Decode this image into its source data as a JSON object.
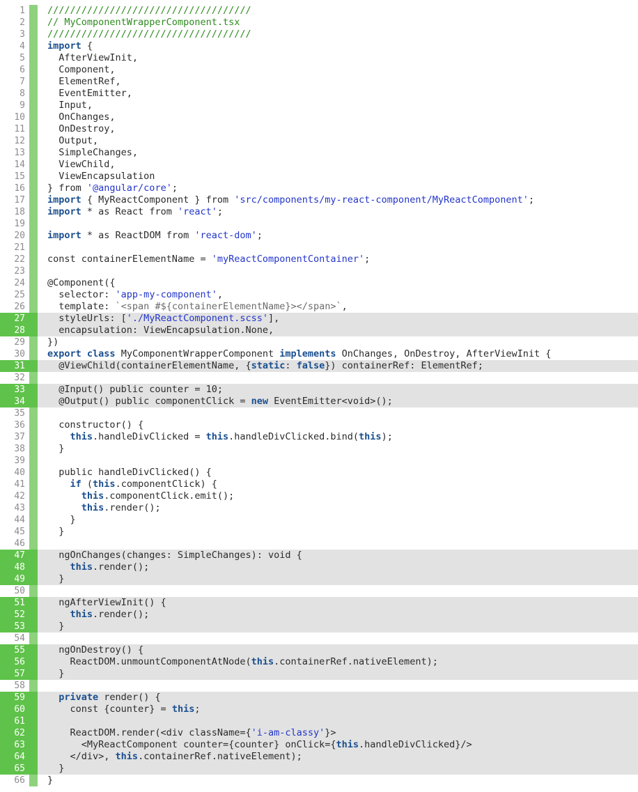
{
  "colors": {
    "accent_green": "#5fc24a",
    "gutter_bar_green": "#8ed27d",
    "highlight_bg": "#e2e2e2",
    "keyword": "#1a4f8f",
    "string": "#2335c9",
    "comment": "#2e8b1f"
  },
  "lines": [
    {
      "n": "1",
      "hl": false,
      "tokens": [
        {
          "t": "////////////////////////////////////",
          "c": "cm"
        }
      ]
    },
    {
      "n": "2",
      "hl": false,
      "tokens": [
        {
          "t": "// MyComponentWrapperComponent.tsx",
          "c": "cm"
        }
      ]
    },
    {
      "n": "3",
      "hl": false,
      "tokens": [
        {
          "t": "////////////////////////////////////",
          "c": "cm"
        }
      ]
    },
    {
      "n": "4",
      "hl": false,
      "tokens": [
        {
          "t": "import",
          "c": "kw"
        },
        {
          "t": " {",
          "c": "plain"
        }
      ]
    },
    {
      "n": "5",
      "hl": false,
      "tokens": [
        {
          "t": "  AfterViewInit,",
          "c": "plain"
        }
      ]
    },
    {
      "n": "6",
      "hl": false,
      "tokens": [
        {
          "t": "  Component,",
          "c": "plain"
        }
      ]
    },
    {
      "n": "7",
      "hl": false,
      "tokens": [
        {
          "t": "  ElementRef,",
          "c": "plain"
        }
      ]
    },
    {
      "n": "8",
      "hl": false,
      "tokens": [
        {
          "t": "  EventEmitter,",
          "c": "plain"
        }
      ]
    },
    {
      "n": "9",
      "hl": false,
      "tokens": [
        {
          "t": "  Input,",
          "c": "plain"
        }
      ]
    },
    {
      "n": "10",
      "hl": false,
      "tokens": [
        {
          "t": "  OnChanges,",
          "c": "plain"
        }
      ]
    },
    {
      "n": "11",
      "hl": false,
      "tokens": [
        {
          "t": "  OnDestroy,",
          "c": "plain"
        }
      ]
    },
    {
      "n": "12",
      "hl": false,
      "tokens": [
        {
          "t": "  Output,",
          "c": "plain"
        }
      ]
    },
    {
      "n": "13",
      "hl": false,
      "tokens": [
        {
          "t": "  SimpleChanges,",
          "c": "plain"
        }
      ]
    },
    {
      "n": "14",
      "hl": false,
      "tokens": [
        {
          "t": "  ViewChild,",
          "c": "plain"
        }
      ]
    },
    {
      "n": "15",
      "hl": false,
      "tokens": [
        {
          "t": "  ViewEncapsulation",
          "c": "plain"
        }
      ]
    },
    {
      "n": "16",
      "hl": false,
      "tokens": [
        {
          "t": "} from ",
          "c": "plain"
        },
        {
          "t": "'@angular/core'",
          "c": "str"
        },
        {
          "t": ";",
          "c": "plain"
        }
      ]
    },
    {
      "n": "17",
      "hl": false,
      "tokens": [
        {
          "t": "import",
          "c": "kw"
        },
        {
          "t": " { MyReactComponent } from ",
          "c": "plain"
        },
        {
          "t": "'src/components/my-react-component/MyReactComponent'",
          "c": "str"
        },
        {
          "t": ";",
          "c": "plain"
        }
      ]
    },
    {
      "n": "18",
      "hl": false,
      "tokens": [
        {
          "t": "import",
          "c": "kw"
        },
        {
          "t": " * as React from ",
          "c": "plain"
        },
        {
          "t": "'react'",
          "c": "str"
        },
        {
          "t": ";",
          "c": "plain"
        }
      ]
    },
    {
      "n": "19",
      "hl": false,
      "tokens": []
    },
    {
      "n": "20",
      "hl": false,
      "tokens": [
        {
          "t": "import",
          "c": "kw"
        },
        {
          "t": " * as ReactDOM from ",
          "c": "plain"
        },
        {
          "t": "'react-dom'",
          "c": "str"
        },
        {
          "t": ";",
          "c": "plain"
        }
      ]
    },
    {
      "n": "21",
      "hl": false,
      "tokens": []
    },
    {
      "n": "22",
      "hl": false,
      "tokens": [
        {
          "t": "const containerElementName = ",
          "c": "plain"
        },
        {
          "t": "'myReactComponentContainer'",
          "c": "str"
        },
        {
          "t": ";",
          "c": "plain"
        }
      ]
    },
    {
      "n": "23",
      "hl": false,
      "tokens": []
    },
    {
      "n": "24",
      "hl": false,
      "tokens": [
        {
          "t": "@Component({",
          "c": "plain"
        }
      ]
    },
    {
      "n": "25",
      "hl": false,
      "tokens": [
        {
          "t": "  selector: ",
          "c": "plain"
        },
        {
          "t": "'app-my-component'",
          "c": "str"
        },
        {
          "t": ",",
          "c": "plain"
        }
      ]
    },
    {
      "n": "26",
      "hl": false,
      "tokens": [
        {
          "t": "  template: ",
          "c": "plain"
        },
        {
          "t": "`<span #${containerElementName}></span>`",
          "c": "tpl"
        },
        {
          "t": ",",
          "c": "plain"
        }
      ]
    },
    {
      "n": "27",
      "hl": true,
      "tokens": [
        {
          "t": "  styleUrls: [",
          "c": "plain"
        },
        {
          "t": "'./MyReactComponent.scss'",
          "c": "str"
        },
        {
          "t": "],",
          "c": "plain"
        }
      ]
    },
    {
      "n": "28",
      "hl": true,
      "tokens": [
        {
          "t": "  encapsulation: ViewEncapsulation.None,",
          "c": "plain"
        }
      ]
    },
    {
      "n": "29",
      "hl": false,
      "tokens": [
        {
          "t": "})",
          "c": "plain"
        }
      ]
    },
    {
      "n": "30",
      "hl": false,
      "tokens": [
        {
          "t": "export",
          "c": "kw"
        },
        {
          "t": " ",
          "c": "plain"
        },
        {
          "t": "class",
          "c": "kw"
        },
        {
          "t": " MyComponentWrapperComponent ",
          "c": "plain"
        },
        {
          "t": "implements",
          "c": "kw"
        },
        {
          "t": " OnChanges, OnDestroy, AfterViewInit {",
          "c": "plain"
        }
      ]
    },
    {
      "n": "31",
      "hl": true,
      "tokens": [
        {
          "t": "  @ViewChild(containerElementName, {",
          "c": "plain"
        },
        {
          "t": "static",
          "c": "kw"
        },
        {
          "t": ": ",
          "c": "plain"
        },
        {
          "t": "false",
          "c": "kw"
        },
        {
          "t": "}) containerRef: ElementRef;",
          "c": "plain"
        }
      ]
    },
    {
      "n": "32",
      "hl": false,
      "tokens": []
    },
    {
      "n": "33",
      "hl": true,
      "tokens": [
        {
          "t": "  @Input() public counter = 10;",
          "c": "plain"
        }
      ]
    },
    {
      "n": "34",
      "hl": true,
      "tokens": [
        {
          "t": "  @Output() public componentClick = ",
          "c": "plain"
        },
        {
          "t": "new",
          "c": "kw"
        },
        {
          "t": " EventEmitter<void>();",
          "c": "plain"
        }
      ]
    },
    {
      "n": "35",
      "hl": false,
      "tokens": []
    },
    {
      "n": "36",
      "hl": false,
      "tokens": [
        {
          "t": "  constructor() {",
          "c": "plain"
        }
      ]
    },
    {
      "n": "37",
      "hl": false,
      "tokens": [
        {
          "t": "    ",
          "c": "plain"
        },
        {
          "t": "this",
          "c": "kw"
        },
        {
          "t": ".handleDivClicked = ",
          "c": "plain"
        },
        {
          "t": "this",
          "c": "kw"
        },
        {
          "t": ".handleDivClicked.bind(",
          "c": "plain"
        },
        {
          "t": "this",
          "c": "kw"
        },
        {
          "t": ");",
          "c": "plain"
        }
      ]
    },
    {
      "n": "38",
      "hl": false,
      "tokens": [
        {
          "t": "  }",
          "c": "plain"
        }
      ]
    },
    {
      "n": "39",
      "hl": false,
      "tokens": []
    },
    {
      "n": "40",
      "hl": false,
      "tokens": [
        {
          "t": "  public handleDivClicked() {",
          "c": "plain"
        }
      ]
    },
    {
      "n": "41",
      "hl": false,
      "tokens": [
        {
          "t": "    ",
          "c": "plain"
        },
        {
          "t": "if",
          "c": "kw"
        },
        {
          "t": " (",
          "c": "plain"
        },
        {
          "t": "this",
          "c": "kw"
        },
        {
          "t": ".componentClick) {",
          "c": "plain"
        }
      ]
    },
    {
      "n": "42",
      "hl": false,
      "tokens": [
        {
          "t": "      ",
          "c": "plain"
        },
        {
          "t": "this",
          "c": "kw"
        },
        {
          "t": ".componentClick.emit();",
          "c": "plain"
        }
      ]
    },
    {
      "n": "43",
      "hl": false,
      "tokens": [
        {
          "t": "      ",
          "c": "plain"
        },
        {
          "t": "this",
          "c": "kw"
        },
        {
          "t": ".render();",
          "c": "plain"
        }
      ]
    },
    {
      "n": "44",
      "hl": false,
      "tokens": [
        {
          "t": "    }",
          "c": "plain"
        }
      ]
    },
    {
      "n": "45",
      "hl": false,
      "tokens": [
        {
          "t": "  }",
          "c": "plain"
        }
      ]
    },
    {
      "n": "46",
      "hl": false,
      "tokens": []
    },
    {
      "n": "47",
      "hl": true,
      "tokens": [
        {
          "t": "  ngOnChanges(changes: SimpleChanges): void {",
          "c": "plain"
        }
      ]
    },
    {
      "n": "48",
      "hl": true,
      "tokens": [
        {
          "t": "    ",
          "c": "plain"
        },
        {
          "t": "this",
          "c": "kw"
        },
        {
          "t": ".render();",
          "c": "plain"
        }
      ]
    },
    {
      "n": "49",
      "hl": true,
      "tokens": [
        {
          "t": "  }",
          "c": "plain"
        }
      ]
    },
    {
      "n": "50",
      "hl": false,
      "tokens": []
    },
    {
      "n": "51",
      "hl": true,
      "tokens": [
        {
          "t": "  ngAfterViewInit() {",
          "c": "plain"
        }
      ]
    },
    {
      "n": "52",
      "hl": true,
      "tokens": [
        {
          "t": "    ",
          "c": "plain"
        },
        {
          "t": "this",
          "c": "kw"
        },
        {
          "t": ".render();",
          "c": "plain"
        }
      ]
    },
    {
      "n": "53",
      "hl": true,
      "tokens": [
        {
          "t": "  }",
          "c": "plain"
        }
      ]
    },
    {
      "n": "54",
      "hl": false,
      "tokens": []
    },
    {
      "n": "55",
      "hl": true,
      "tokens": [
        {
          "t": "  ngOnDestroy() {",
          "c": "plain"
        }
      ]
    },
    {
      "n": "56",
      "hl": true,
      "tokens": [
        {
          "t": "    ReactDOM.unmountComponentAtNode(",
          "c": "plain"
        },
        {
          "t": "this",
          "c": "kw"
        },
        {
          "t": ".containerRef.nativeElement);",
          "c": "plain"
        }
      ]
    },
    {
      "n": "57",
      "hl": true,
      "tokens": [
        {
          "t": "  }",
          "c": "plain"
        }
      ]
    },
    {
      "n": "58",
      "hl": false,
      "tokens": []
    },
    {
      "n": "59",
      "hl": true,
      "tokens": [
        {
          "t": "  ",
          "c": "plain"
        },
        {
          "t": "private",
          "c": "kw"
        },
        {
          "t": " render() {",
          "c": "plain"
        }
      ]
    },
    {
      "n": "60",
      "hl": true,
      "tokens": [
        {
          "t": "    const {counter} = ",
          "c": "plain"
        },
        {
          "t": "this",
          "c": "kw"
        },
        {
          "t": ";",
          "c": "plain"
        }
      ]
    },
    {
      "n": "61",
      "hl": true,
      "tokens": []
    },
    {
      "n": "62",
      "hl": true,
      "tokens": [
        {
          "t": "    ReactDOM.render(<div className={",
          "c": "plain"
        },
        {
          "t": "'i-am-classy'",
          "c": "str"
        },
        {
          "t": "}>",
          "c": "plain"
        }
      ]
    },
    {
      "n": "63",
      "hl": true,
      "tokens": [
        {
          "t": "      <MyReactComponent counter={counter} onClick={",
          "c": "plain"
        },
        {
          "t": "this",
          "c": "kw"
        },
        {
          "t": ".handleDivClicked}/>",
          "c": "plain"
        }
      ]
    },
    {
      "n": "64",
      "hl": true,
      "tokens": [
        {
          "t": "    </div>, ",
          "c": "plain"
        },
        {
          "t": "this",
          "c": "kw"
        },
        {
          "t": ".containerRef.nativeElement);",
          "c": "plain"
        }
      ]
    },
    {
      "n": "65",
      "hl": true,
      "tokens": [
        {
          "t": "  }",
          "c": "plain"
        }
      ]
    },
    {
      "n": "66",
      "hl": false,
      "tokens": [
        {
          "t": "}",
          "c": "plain"
        }
      ]
    }
  ]
}
